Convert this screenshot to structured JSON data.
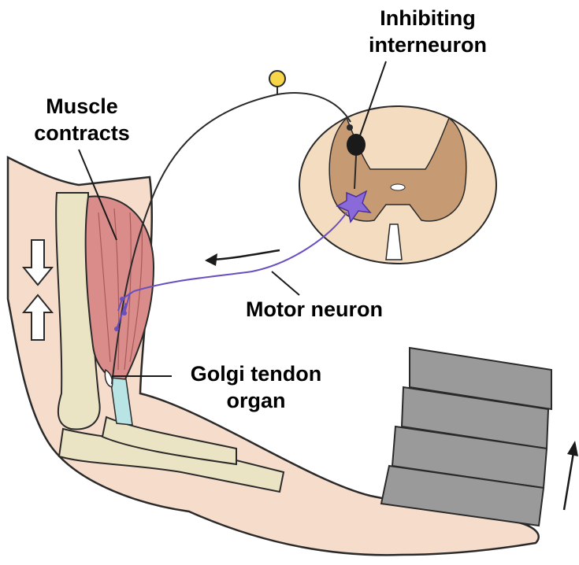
{
  "labels": {
    "inhibiting_line1": "Inhibiting",
    "inhibiting_line2": "interneuron",
    "muscle_line1": "Muscle",
    "muscle_line2": "contracts",
    "motor_neuron": "Motor neuron",
    "golgi_line1": "Golgi tendon",
    "golgi_line2": "organ"
  },
  "colors": {
    "skin": "#f6dccb",
    "skin_outline": "#2a2a2a",
    "bone": "#ebe4c4",
    "muscle": "#d98c8a",
    "tendon": "#b9e4e6",
    "cord_outer": "#f4dcc0",
    "cord_gray_matter": "#c69a72",
    "motor_neuron": "#6a4fc0",
    "interneuron": "#1a1a1a",
    "sensory_body": "#f7d64a",
    "weight_block": "#9a9a9a"
  }
}
